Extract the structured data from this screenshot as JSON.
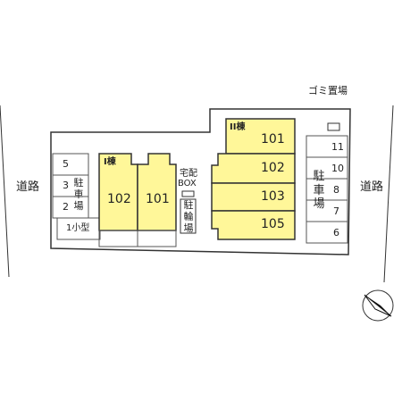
{
  "roads": {
    "left": "道路",
    "right": "道路"
  },
  "building_1": {
    "label": "I棟",
    "units": [
      "102",
      "101"
    ]
  },
  "building_2": {
    "label": "II棟",
    "units": [
      "101",
      "102",
      "103",
      "105"
    ]
  },
  "delivery_box": {
    "line1": "宅配",
    "line2": "BOX"
  },
  "bicycle_parking": "駐輪場",
  "garbage": "ゴミ置場",
  "left_parking": {
    "label": "駐車場",
    "slots": [
      "5",
      "3",
      "2"
    ],
    "small_slot": "1小型"
  },
  "right_parking": {
    "label": "駐車場",
    "slots": [
      "11",
      "10",
      "8",
      "7",
      "6"
    ]
  },
  "colors": {
    "building": "#fff799",
    "outline": "#333333"
  },
  "compass": "north-arrow-icon"
}
